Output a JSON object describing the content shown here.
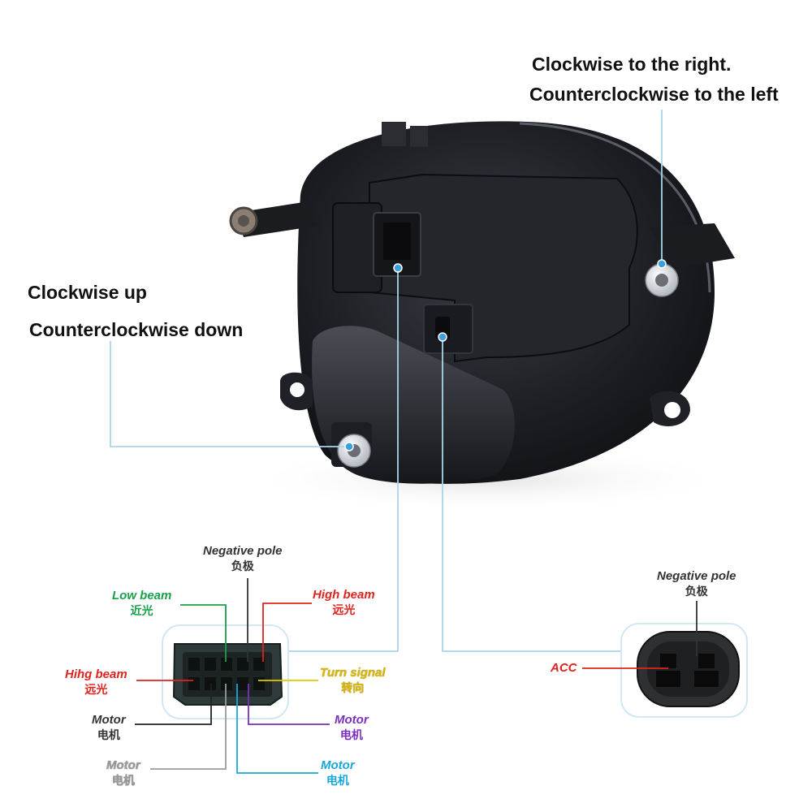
{
  "annotations": {
    "top_right_line1": "Clockwise to the right.",
    "top_right_line2": "Counterclockwise to the left",
    "left_line1": "Clockwise up",
    "left_line2": "Counterclockwise down"
  },
  "main_connector": {
    "negative_pole": {
      "en": "Negative pole",
      "zh": "负极"
    },
    "low_beam": {
      "en": "Low beam",
      "zh": "近光"
    },
    "high_beam": {
      "en": "High beam",
      "zh": "远光"
    },
    "hihg_beam": {
      "en": "Hihg beam",
      "zh": "远光"
    },
    "turn_signal": {
      "en": "Turn signal",
      "zh": "转向"
    },
    "motor_black": {
      "en": "Motor",
      "zh": "电机"
    },
    "motor_purple": {
      "en": "Motor",
      "zh": "电机"
    },
    "motor_gray": {
      "en": "Motor",
      "zh": "电机"
    },
    "motor_cyan": {
      "en": "Motor",
      "zh": "电机"
    }
  },
  "acc_connector": {
    "negative_pole": {
      "en": "Negative pole",
      "zh": "负极"
    },
    "acc": "ACC"
  },
  "colors": {
    "callout_line": "#a9d5ea",
    "point_dot": "#3aa0e0",
    "green": "#18a04a",
    "red": "#e0231f",
    "yellow": "#e6c800",
    "purple": "#7b2fbe",
    "cyan": "#1aa7d8",
    "black": "#222222",
    "gray": "#9a9a9a"
  }
}
